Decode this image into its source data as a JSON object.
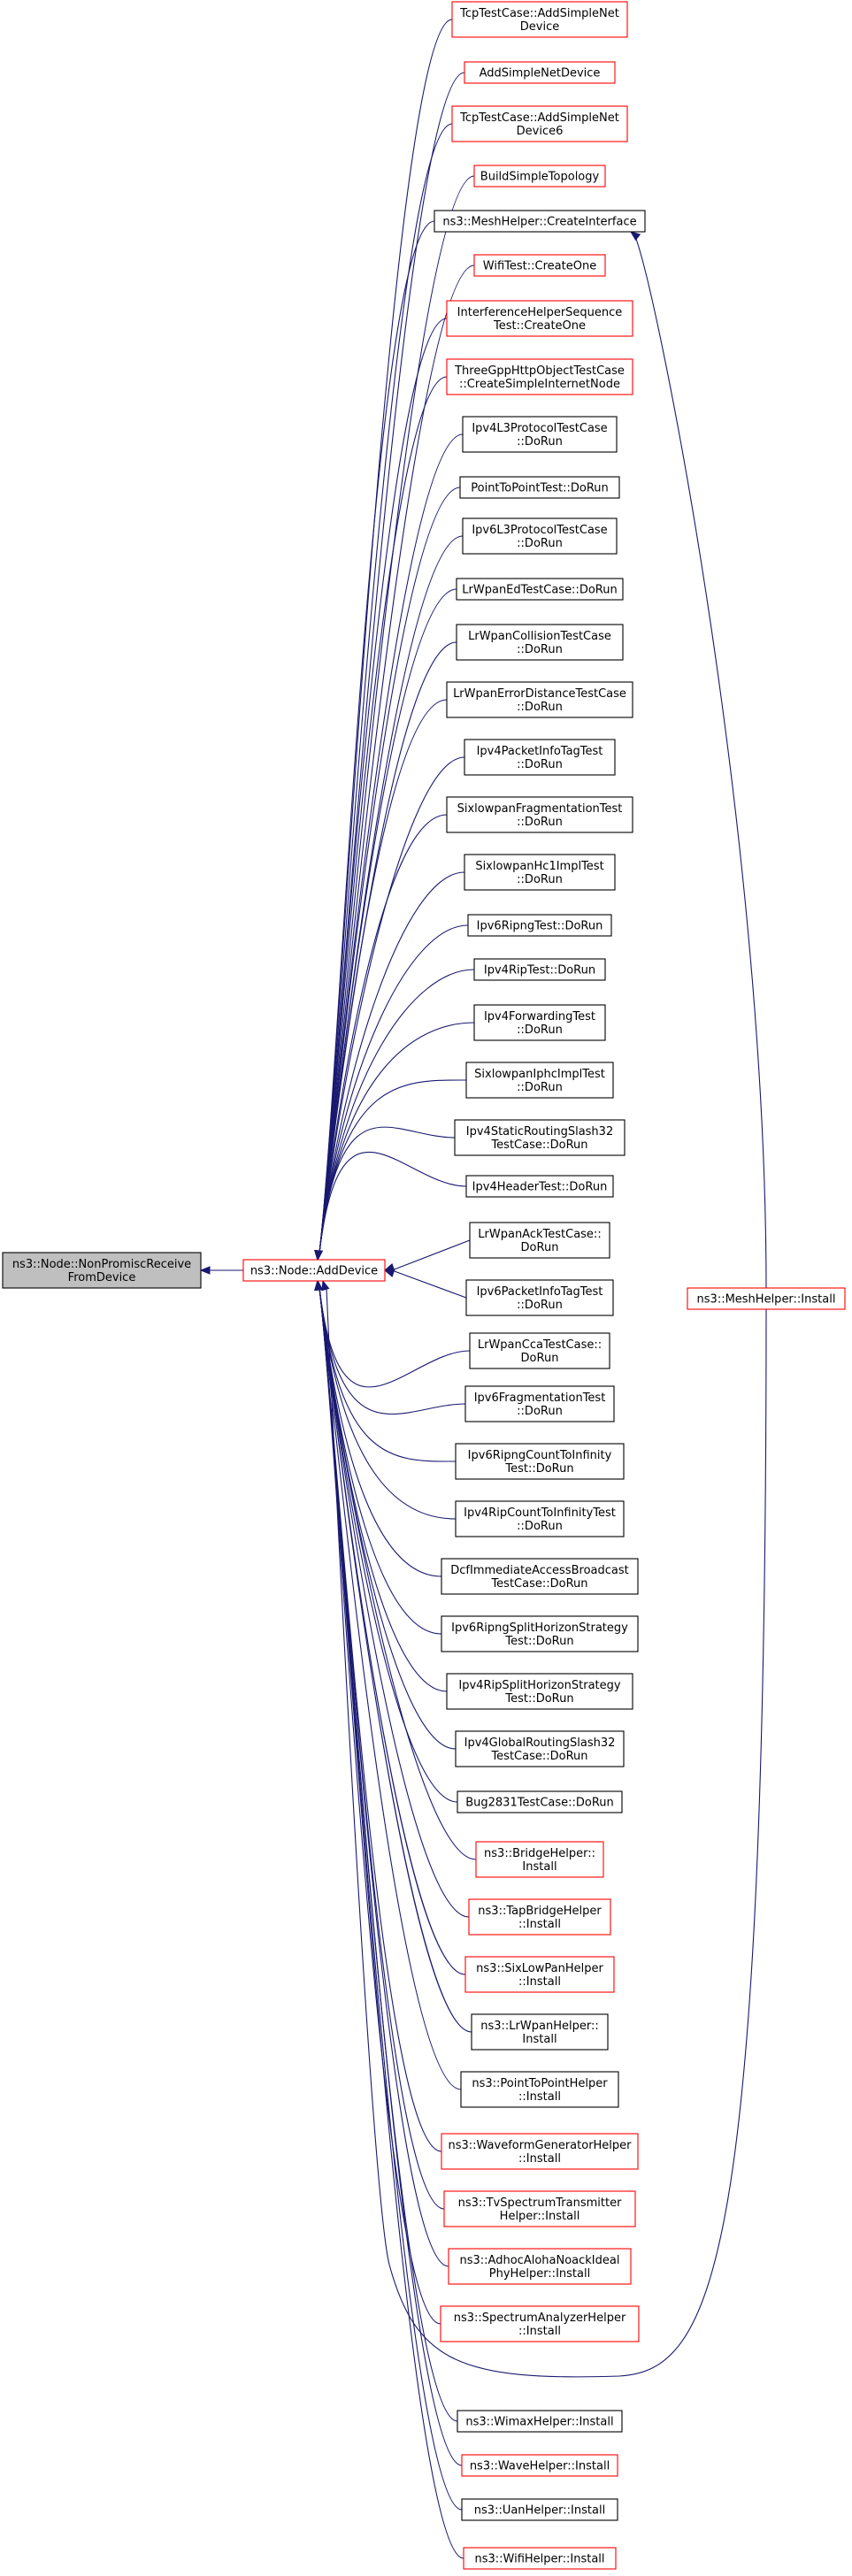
{
  "colors": {
    "edge": "#191970",
    "root_fill": "#bfbfbf",
    "root_border": "#000000",
    "border_normal": "#000000",
    "border_truncated": "#ff0000"
  },
  "root": {
    "id": "root",
    "lines": [
      "ns3::Node::NonPromiscReceive",
      "FromDevice"
    ]
  },
  "hub": {
    "id": "hub",
    "lines": [
      "ns3::Node::AddDevice"
    ],
    "border": "red"
  },
  "callers": [
    {
      "id": "n1",
      "lines": [
        "TcpTestCase::AddSimpleNet",
        "Device"
      ],
      "border": "red"
    },
    {
      "id": "n2",
      "lines": [
        "AddSimpleNetDevice"
      ],
      "border": "red"
    },
    {
      "id": "n3",
      "lines": [
        "TcpTestCase::AddSimpleNet",
        "Device6"
      ],
      "border": "red"
    },
    {
      "id": "n4",
      "lines": [
        "BuildSimpleTopology"
      ],
      "border": "red"
    },
    {
      "id": "n5",
      "lines": [
        "ns3::MeshHelper::CreateInterface"
      ],
      "border": "black"
    },
    {
      "id": "n6",
      "lines": [
        "WifiTest::CreateOne"
      ],
      "border": "red"
    },
    {
      "id": "n7",
      "lines": [
        "InterferenceHelperSequence",
        "Test::CreateOne"
      ],
      "border": "red"
    },
    {
      "id": "n8",
      "lines": [
        "ThreeGppHttpObjectTestCase",
        "::CreateSimpleInternetNode"
      ],
      "border": "red"
    },
    {
      "id": "n9",
      "lines": [
        "Ipv4L3ProtocolTestCase",
        "::DoRun"
      ],
      "border": "black"
    },
    {
      "id": "n10",
      "lines": [
        "PointToPointTest::DoRun"
      ],
      "border": "black"
    },
    {
      "id": "n11",
      "lines": [
        "Ipv6L3ProtocolTestCase",
        "::DoRun"
      ],
      "border": "black"
    },
    {
      "id": "n12",
      "lines": [
        "LrWpanEdTestCase::DoRun"
      ],
      "border": "black"
    },
    {
      "id": "n13",
      "lines": [
        "LrWpanCollisionTestCase",
        "::DoRun"
      ],
      "border": "black"
    },
    {
      "id": "n14",
      "lines": [
        "LrWpanErrorDistanceTestCase",
        "::DoRun"
      ],
      "border": "black"
    },
    {
      "id": "n15",
      "lines": [
        "Ipv4PacketInfoTagTest",
        "::DoRun"
      ],
      "border": "black"
    },
    {
      "id": "n16",
      "lines": [
        "SixlowpanFragmentationTest",
        "::DoRun"
      ],
      "border": "black"
    },
    {
      "id": "n17",
      "lines": [
        "SixlowpanHc1ImplTest",
        "::DoRun"
      ],
      "border": "black"
    },
    {
      "id": "n18",
      "lines": [
        "Ipv6RipngTest::DoRun"
      ],
      "border": "black"
    },
    {
      "id": "n19",
      "lines": [
        "Ipv4RipTest::DoRun"
      ],
      "border": "black"
    },
    {
      "id": "n20",
      "lines": [
        "Ipv4ForwardingTest",
        "::DoRun"
      ],
      "border": "black"
    },
    {
      "id": "n21",
      "lines": [
        "SixlowpanIphcImplTest",
        "::DoRun"
      ],
      "border": "black"
    },
    {
      "id": "n22",
      "lines": [
        "Ipv4StaticRoutingSlash32",
        "TestCase::DoRun"
      ],
      "border": "black"
    },
    {
      "id": "n23",
      "lines": [
        "Ipv4HeaderTest::DoRun"
      ],
      "border": "black"
    },
    {
      "id": "n24",
      "lines": [
        "LrWpanAckTestCase::",
        "DoRun"
      ],
      "border": "black"
    },
    {
      "id": "n25",
      "lines": [
        "Ipv6PacketInfoTagTest",
        "::DoRun"
      ],
      "border": "black"
    },
    {
      "id": "n26",
      "lines": [
        "LrWpanCcaTestCase::",
        "DoRun"
      ],
      "border": "black"
    },
    {
      "id": "n27",
      "lines": [
        "Ipv6FragmentationTest",
        "::DoRun"
      ],
      "border": "black"
    },
    {
      "id": "n28",
      "lines": [
        "Ipv6RipngCountToInfinity",
        "Test::DoRun"
      ],
      "border": "black"
    },
    {
      "id": "n29",
      "lines": [
        "Ipv4RipCountToInfinityTest",
        "::DoRun"
      ],
      "border": "black"
    },
    {
      "id": "n30",
      "lines": [
        "DcfImmediateAccessBroadcast",
        "TestCase::DoRun"
      ],
      "border": "black"
    },
    {
      "id": "n31",
      "lines": [
        "Ipv6RipngSplitHorizonStrategy",
        "Test::DoRun"
      ],
      "border": "black"
    },
    {
      "id": "n32",
      "lines": [
        "Ipv4RipSplitHorizonStrategy",
        "Test::DoRun"
      ],
      "border": "black"
    },
    {
      "id": "n33",
      "lines": [
        "Ipv4GlobalRoutingSlash32",
        "TestCase::DoRun"
      ],
      "border": "black"
    },
    {
      "id": "n34",
      "lines": [
        "Bug2831TestCase::DoRun"
      ],
      "border": "black"
    },
    {
      "id": "n35",
      "lines": [
        "ns3::BridgeHelper::",
        "Install"
      ],
      "border": "red"
    },
    {
      "id": "n36",
      "lines": [
        "ns3::TapBridgeHelper",
        "::Install"
      ],
      "border": "red"
    },
    {
      "id": "n37",
      "lines": [
        "ns3::SixLowPanHelper",
        "::Install"
      ],
      "border": "red"
    },
    {
      "id": "n38",
      "lines": [
        "ns3::LrWpanHelper::",
        "Install"
      ],
      "border": "black"
    },
    {
      "id": "n39",
      "lines": [
        "ns3::PointToPointHelper",
        "::Install"
      ],
      "border": "black"
    },
    {
      "id": "n40",
      "lines": [
        "ns3::WaveformGeneratorHelper",
        "::Install"
      ],
      "border": "red"
    },
    {
      "id": "n41",
      "lines": [
        "ns3::TvSpectrumTransmitter",
        "Helper::Install"
      ],
      "border": "red"
    },
    {
      "id": "n42",
      "lines": [
        "ns3::AdhocAlohaNoackIdeal",
        "PhyHelper::Install"
      ],
      "border": "red"
    },
    {
      "id": "n43",
      "lines": [
        "ns3::SpectrumAnalyzerHelper",
        "::Install"
      ],
      "border": "red"
    },
    {
      "id": "n44",
      "lines": [
        "ns3::WimaxHelper::Install"
      ],
      "border": "black"
    },
    {
      "id": "n45",
      "lines": [
        "ns3::WaveHelper::Install"
      ],
      "border": "red"
    },
    {
      "id": "n46",
      "lines": [
        "ns3::UanHelper::Install"
      ],
      "border": "black"
    },
    {
      "id": "n47",
      "lines": [
        "ns3::WifiHelper::Install"
      ],
      "border": "red"
    }
  ],
  "mesh_install": {
    "id": "mesh",
    "lines": [
      "ns3::MeshHelper::Install"
    ],
    "border": "red"
  },
  "edges": [
    {
      "from": "mesh",
      "to": "n5"
    },
    {
      "from": "mesh",
      "to": "hub",
      "via": "loop"
    }
  ]
}
